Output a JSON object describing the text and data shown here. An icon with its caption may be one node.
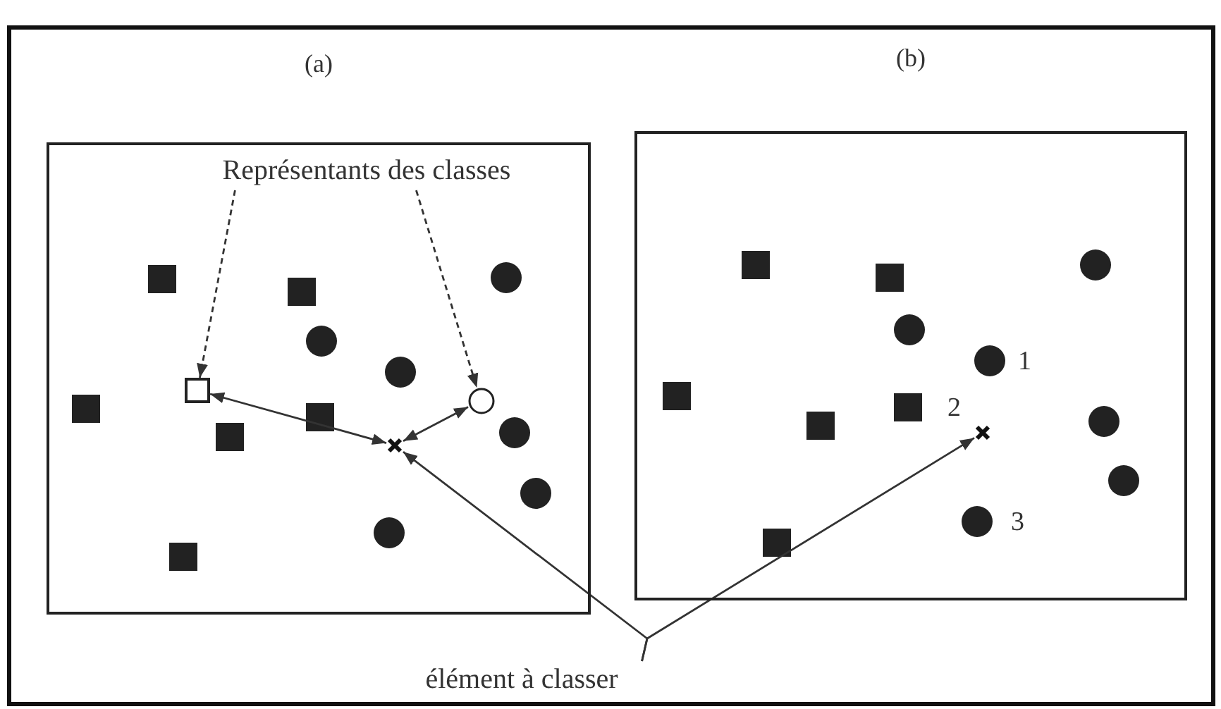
{
  "diagram": {
    "nodes": [
      {
        "text": [
          "(a)"
        ]
      },
      {
        "text": [
          "Représentants des classes"
        ],
        "in": 0
      },
      {
        "text": [],
        "shape": "box",
        "in": 0
      },
      {
        "text": [],
        "shape": "circle",
        "in": 0
      },
      {
        "text": [],
        "shape": "cross",
        "in": 0
      },
      {
        "text": [
          "(b)"
        ]
      },
      {
        "text": [],
        "shape": "cross",
        "in": 5
      },
      {
        "text": [
          "élément à classer"
        ]
      }
    ],
    "edges": [
      {
        "from": 1,
        "to": 2,
        "arrow": "to",
        "style": "dashed"
      },
      {
        "from": 1,
        "to": 3,
        "arrow": "to",
        "style": "dashed"
      },
      {
        "from": 4,
        "to": 2,
        "arrow": "both"
      },
      {
        "from": 4,
        "to": 3,
        "arrow": "both"
      },
      {
        "from": 7,
        "to": 4,
        "arrow": "to"
      },
      {
        "from": 7,
        "to": 6,
        "arrow": "to"
      }
    ],
    "labels": [
      "1",
      "2",
      "3"
    ]
  }
}
